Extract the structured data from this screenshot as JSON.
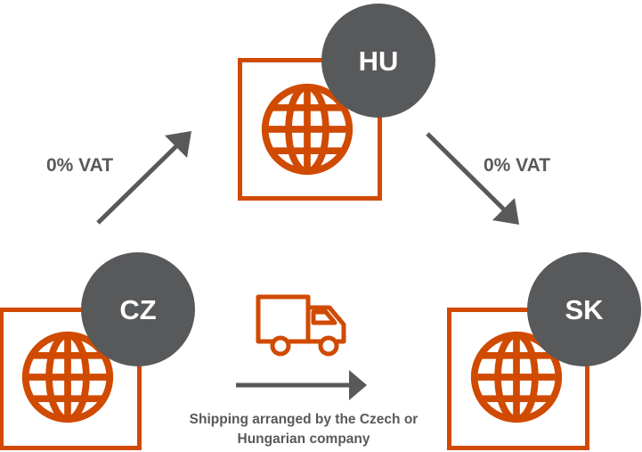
{
  "colors": {
    "accent": "#d04a02",
    "badge": "#58595b",
    "arrow": "#58595b",
    "text": "#58595b"
  },
  "countries": {
    "hu": {
      "code": "HU",
      "icon": "globe-icon"
    },
    "cz": {
      "code": "CZ",
      "icon": "globe-icon"
    },
    "sk": {
      "code": "SK",
      "icon": "globe-icon"
    }
  },
  "flows": {
    "cz_to_hu": {
      "label": "0% VAT"
    },
    "hu_to_sk": {
      "label": "0% VAT"
    }
  },
  "shipping": {
    "icon": "truck-icon",
    "caption_line1": "Shipping arranged by the Czech or",
    "caption_line2": "Hungarian company"
  }
}
